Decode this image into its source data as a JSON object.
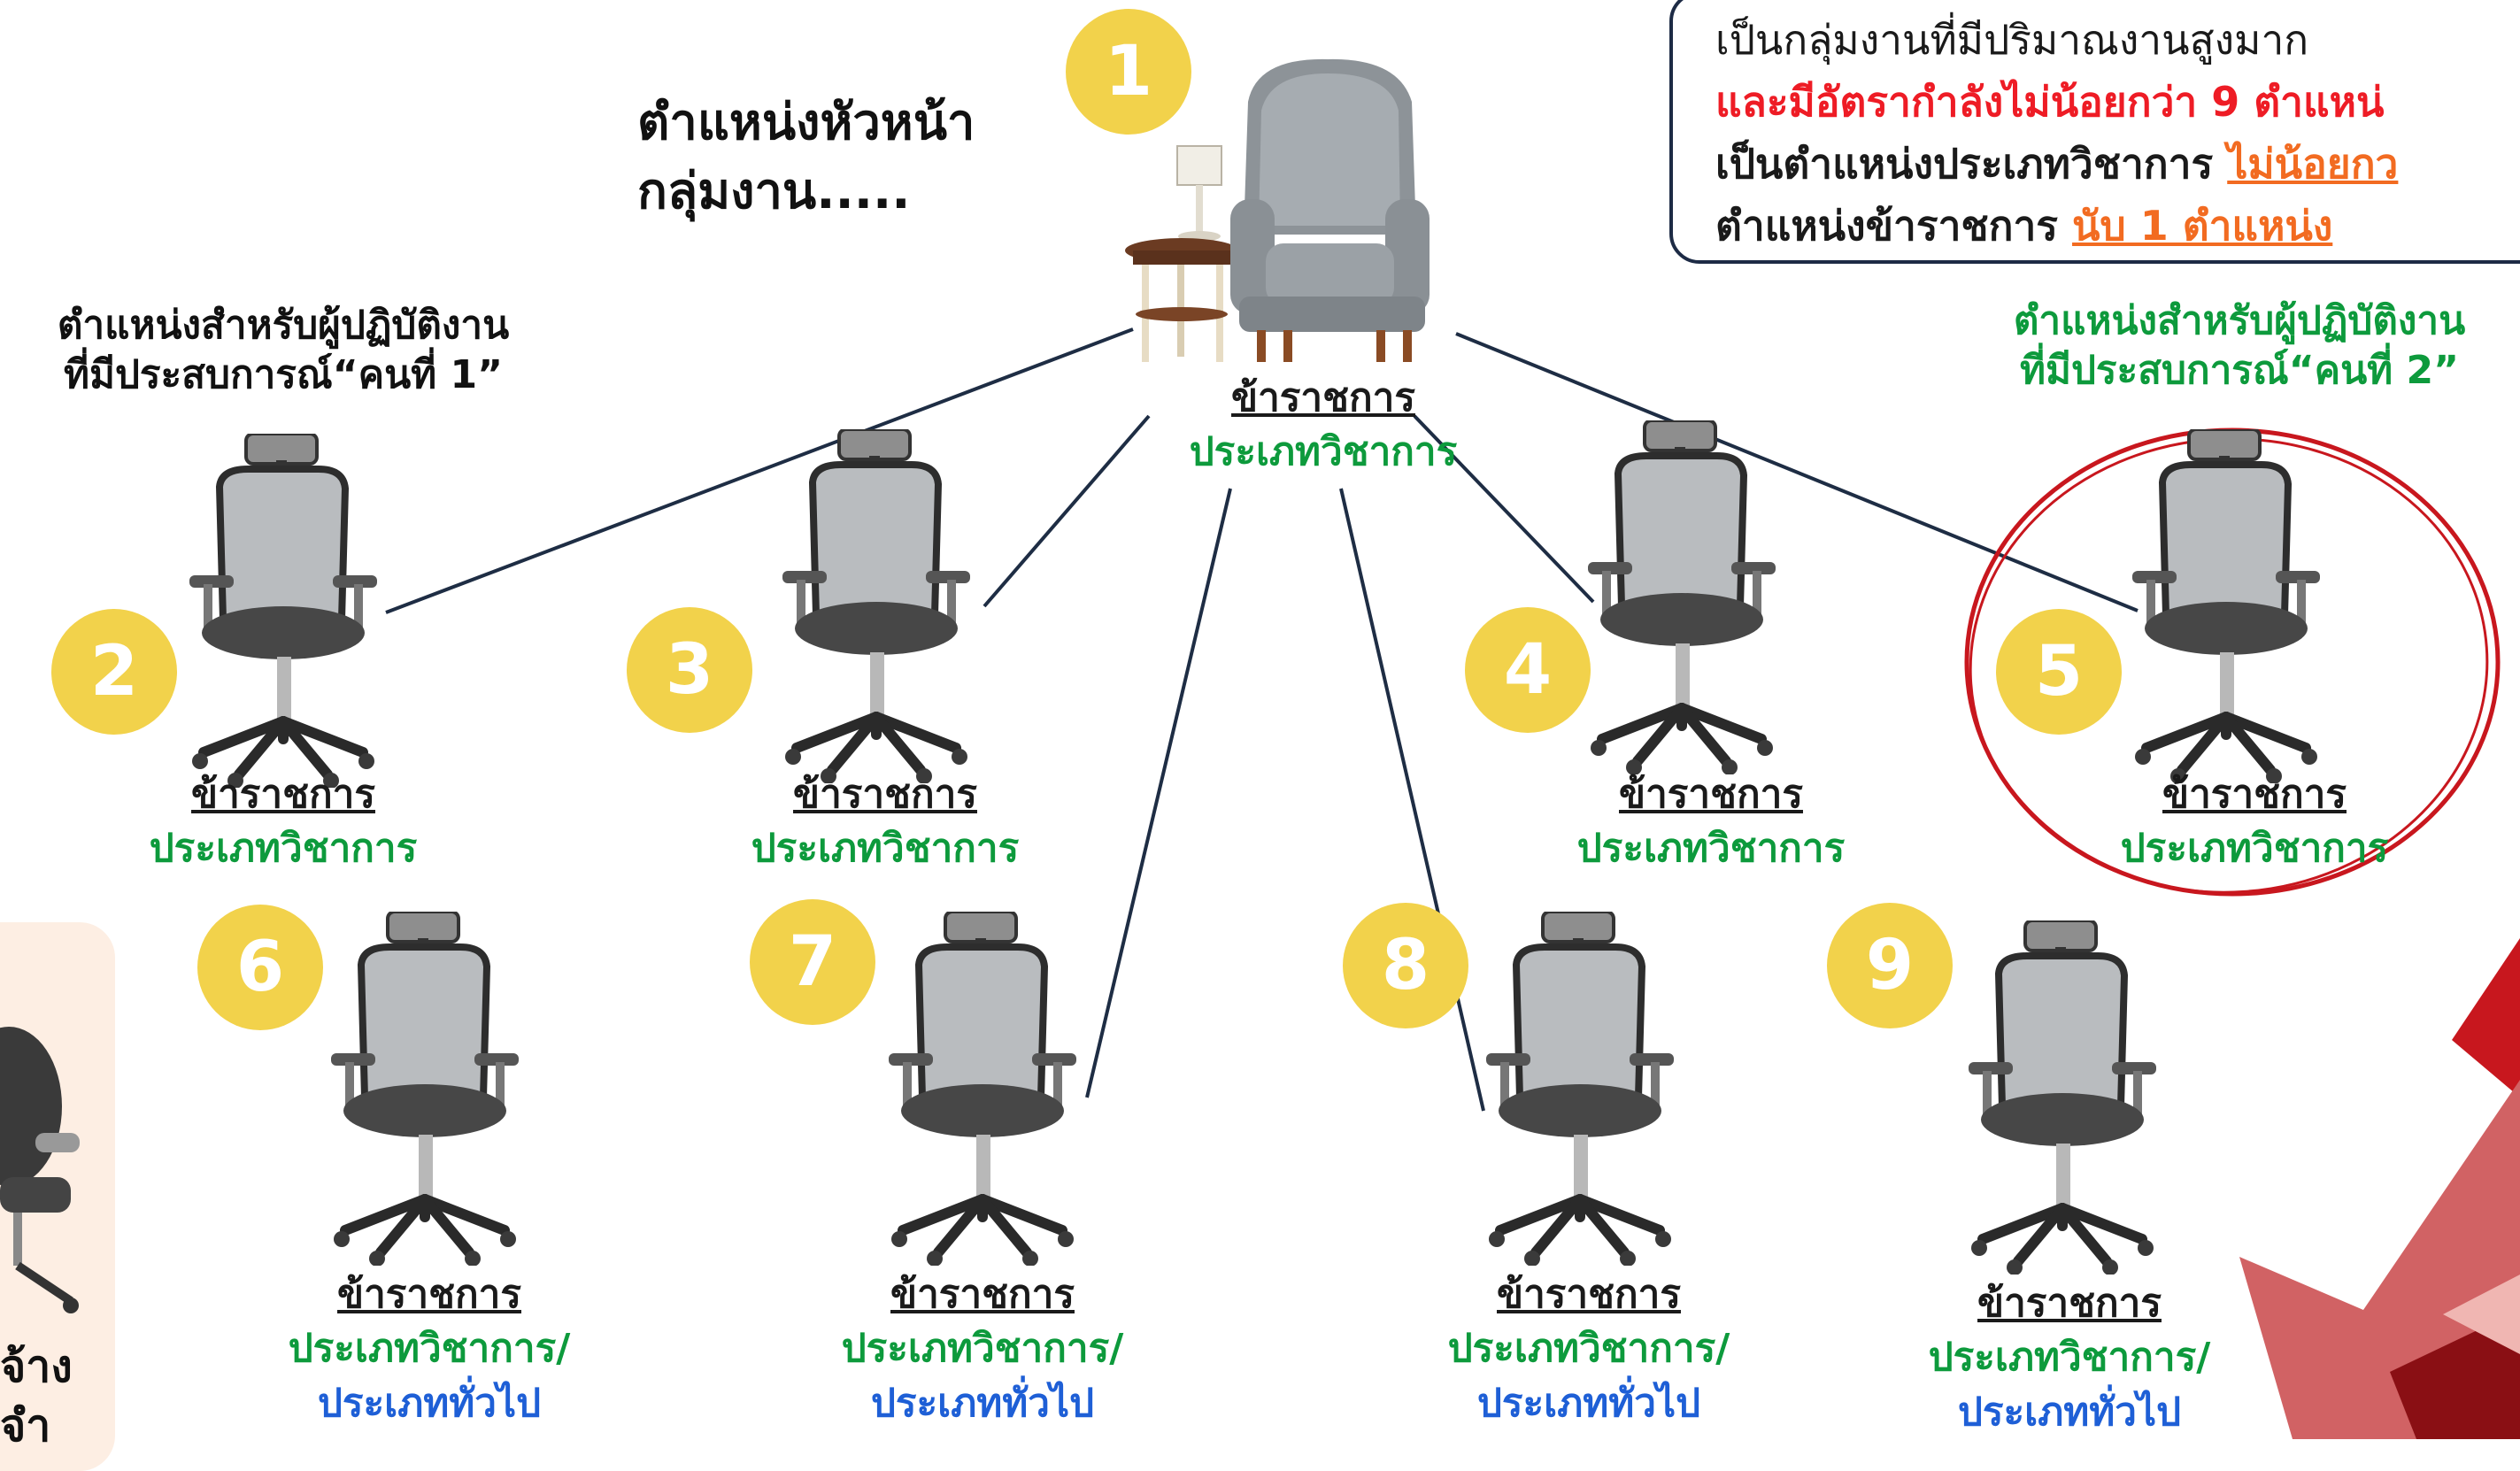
{
  "header": {
    "head_title_line1": "ตำแหน่งหัวหน้า",
    "head_title_line2": "กลุ่มงาน....."
  },
  "info_box": {
    "line1": "เป็นกลุ่มงานที่มีปริมาณงานสูงมาก",
    "line2": "และมีอัตรากำลังไม่น้อยกว่า 9 ตำแหน่",
    "line3_prefix": "เป็นตำแหน่งประเภทวิชาการ ",
    "line3_highlight": "ไม่น้อยกว",
    "line4_prefix": "ตำแหน่งข้าราชการ ",
    "line4_highlight": "นับ 1 ตำแหน่ง"
  },
  "experienced_labels": {
    "first_line1": "ตำแหน่งสำหรับผู้ปฏิบัติงาน",
    "first_line2": "ที่มีประสบการณ์“คนที่ 1”",
    "second_line1": "ตำแหน่งสำหรับผู้ปฏิบัติงาน",
    "second_line2": "ที่มีประสบการณ์“คนที่ 2”"
  },
  "positions": [
    {
      "number": "1",
      "line1": "ข้าราชการ",
      "line2": "ประเภทวิชาการ",
      "line3": ""
    },
    {
      "number": "2",
      "line1": "ข้าราชการ",
      "line2": "ประเภทวิชาการ",
      "line3": ""
    },
    {
      "number": "3",
      "line1": "ข้าราชการ",
      "line2": "ประเภทวิชาการ",
      "line3": ""
    },
    {
      "number": "4",
      "line1": "ข้าราชการ",
      "line2": "ประเภทวิชาการ",
      "line3": ""
    },
    {
      "number": "5",
      "line1": "ข้าราชการ",
      "line2": "ประเภทวิชาการ",
      "line3": ""
    },
    {
      "number": "6",
      "line1": "ข้าราชการ",
      "line2": "ประเภทวิชาการ/",
      "line3": "ประเภททั่วไป"
    },
    {
      "number": "7",
      "line1": "ข้าราชการ",
      "line2": "ประเภทวิชาการ/",
      "line3": "ประเภททั่วไป"
    },
    {
      "number": "8",
      "line1": "ข้าราชการ",
      "line2": "ประเภทวิชาการ/",
      "line3": "ประเภททั่วไป"
    },
    {
      "number": "9",
      "line1": "ข้าราชการ",
      "line2": "ประเภทวิชาการ/",
      "line3": "ประเภททั่วไป"
    }
  ],
  "left_panel": {
    "text_line1": "จ้าง",
    "text_line2": "จำ"
  },
  "colors": {
    "badge": "#f2d24b",
    "green_text": "#0d9a3c",
    "blue_text": "#1e5fd6",
    "red_text": "#ee1c25",
    "orange_underline": "#f26b21",
    "highlight_circle": "#c8171e",
    "deco_red": "#c8171e"
  },
  "icons": {
    "armchair": "armchair-icon",
    "office_chair": "office-chair-icon",
    "side_table": "side-table-lamp-icon"
  }
}
